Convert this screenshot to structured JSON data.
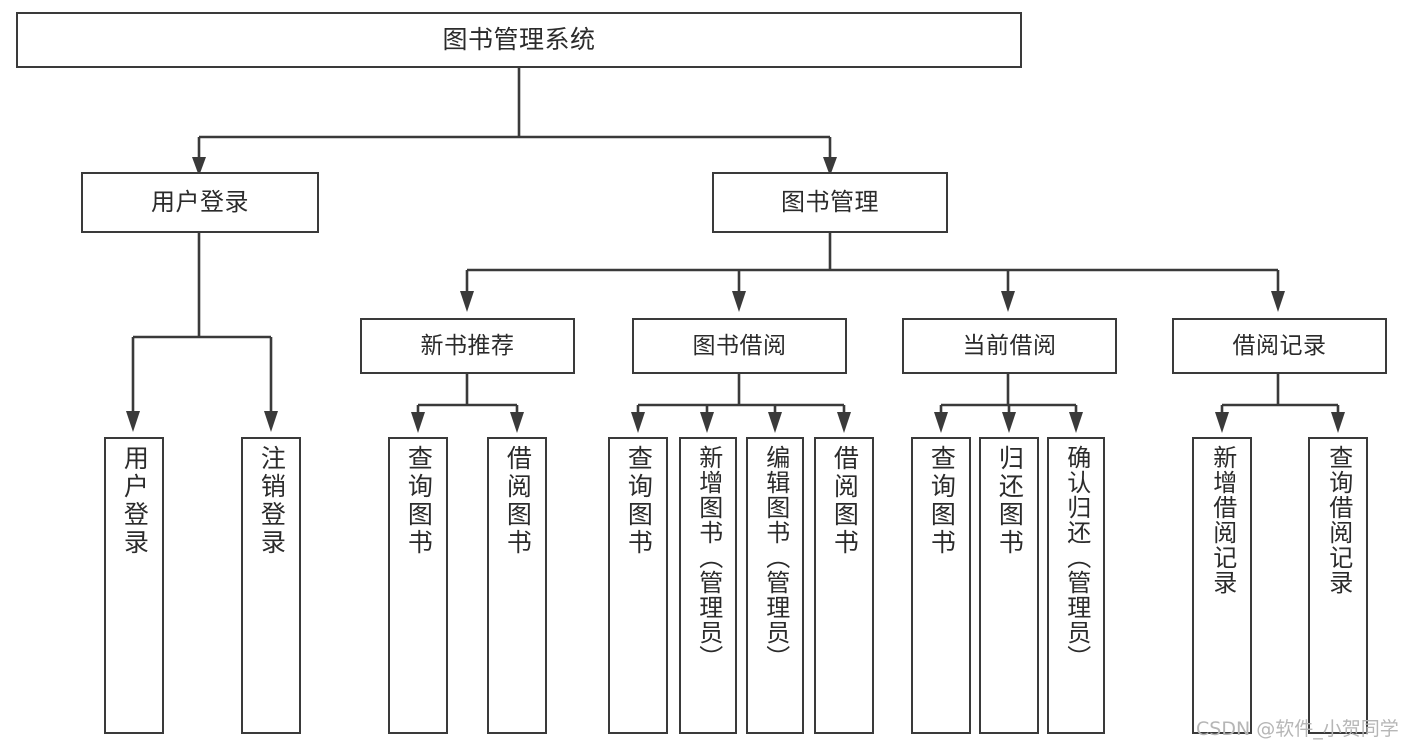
{
  "diagram": {
    "type": "tree-hierarchy-chart",
    "title": "图书管理系统",
    "stroke_color": "#3a3a3a",
    "background_color": "#ffffff",
    "text_color": "#2b2b2b",
    "root": {
      "label": "图书管理系统"
    },
    "level1": [
      {
        "label": "用户登录"
      },
      {
        "label": "图书管理"
      }
    ],
    "level2": [
      {
        "label": "新书推荐"
      },
      {
        "label": "图书借阅"
      },
      {
        "label": "当前借阅"
      },
      {
        "label": "借阅记录"
      }
    ],
    "leaves": {
      "user_login": [
        {
          "label": "用户登录"
        },
        {
          "label": "注销登录"
        }
      ],
      "new_book_recommend": [
        {
          "label": "查询图书"
        },
        {
          "label": "借阅图书"
        }
      ],
      "book_borrow": [
        {
          "label": "查询图书"
        },
        {
          "label": "新增图书（管理员）"
        },
        {
          "label": "编辑图书（管理员）"
        },
        {
          "label": "借阅图书"
        }
      ],
      "current_borrow": [
        {
          "label": "查询图书"
        },
        {
          "label": "归还图书"
        },
        {
          "label": "确认归还（管理员）"
        }
      ],
      "borrow_record": [
        {
          "label": "新增借阅记录"
        },
        {
          "label": "查询借阅记录"
        }
      ]
    }
  },
  "watermark": {
    "text": "CSDN @软件_小贺同学"
  }
}
